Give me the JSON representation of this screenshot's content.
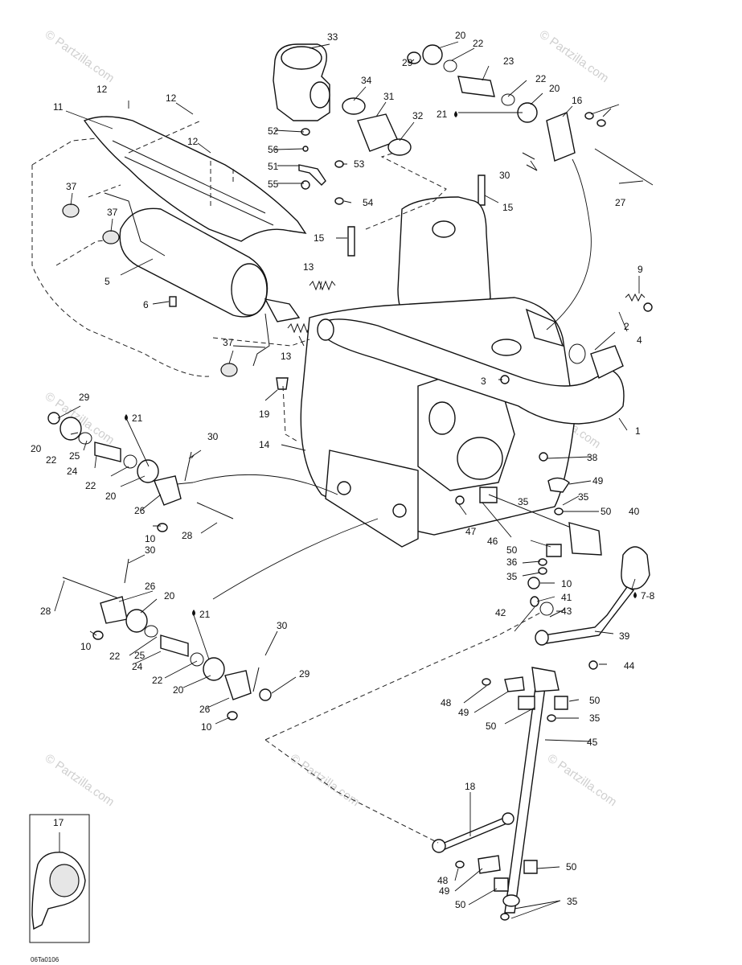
{
  "diagram_code": "06Ta0106",
  "watermark": "© Partzilla.com",
  "callouts": {
    "c1": "1",
    "c2": "2",
    "c3": "3",
    "c4": "4",
    "c5": "5",
    "c6": "6",
    "c7_8": "7-8",
    "c9": "9",
    "c10a": "10",
    "c10b": "10",
    "c10c": "10",
    "c10d": "10",
    "c11": "11",
    "c12a": "12",
    "c12b": "12",
    "c12c": "12",
    "c13a": "13",
    "c13b": "13",
    "c14": "14",
    "c15a": "15",
    "c15b": "15",
    "c16": "16",
    "c17": "17",
    "c18": "18",
    "c19": "19",
    "c20a": "20",
    "c20b": "20",
    "c20c": "20",
    "c20d": "20",
    "c20e": "20",
    "c20f": "20",
    "c21a": "21",
    "c21b": "21",
    "c21c": "21",
    "c22a": "22",
    "c22b": "22",
    "c22c": "22",
    "c22d": "22",
    "c22e": "22",
    "c22f": "22",
    "c23": "23",
    "c24a": "24",
    "c24b": "24",
    "c25a": "25",
    "c25b": "25",
    "c26a": "26",
    "c26b": "26",
    "c26c": "26",
    "c27": "27",
    "c28a": "28",
    "c28b": "28",
    "c29a": "29",
    "c29b": "29",
    "c29c": "29",
    "c30a": "30",
    "c30b": "30",
    "c30c": "30",
    "c30d": "30",
    "c31": "31",
    "c32": "32",
    "c33": "33",
    "c34": "34",
    "c35a": "35",
    "c35b": "35",
    "c35c": "35",
    "c35d": "35",
    "c35e": "35",
    "c36": "36",
    "c37a": "37",
    "c37b": "37",
    "c37c": "37",
    "c38": "38",
    "c39": "39",
    "c40": "40",
    "c41": "41",
    "c42": "42",
    "c43": "43",
    "c44": "44",
    "c45": "45",
    "c46": "46",
    "c47": "47",
    "c48a": "48",
    "c48b": "48",
    "c49a": "49",
    "c49b": "49",
    "c49c": "49",
    "c50a": "50",
    "c50b": "50",
    "c50c": "50",
    "c50d": "50",
    "c50e": "50",
    "c50f": "50",
    "c51": "51",
    "c52": "52",
    "c53": "53",
    "c54": "54",
    "c55": "55",
    "c56": "56"
  }
}
